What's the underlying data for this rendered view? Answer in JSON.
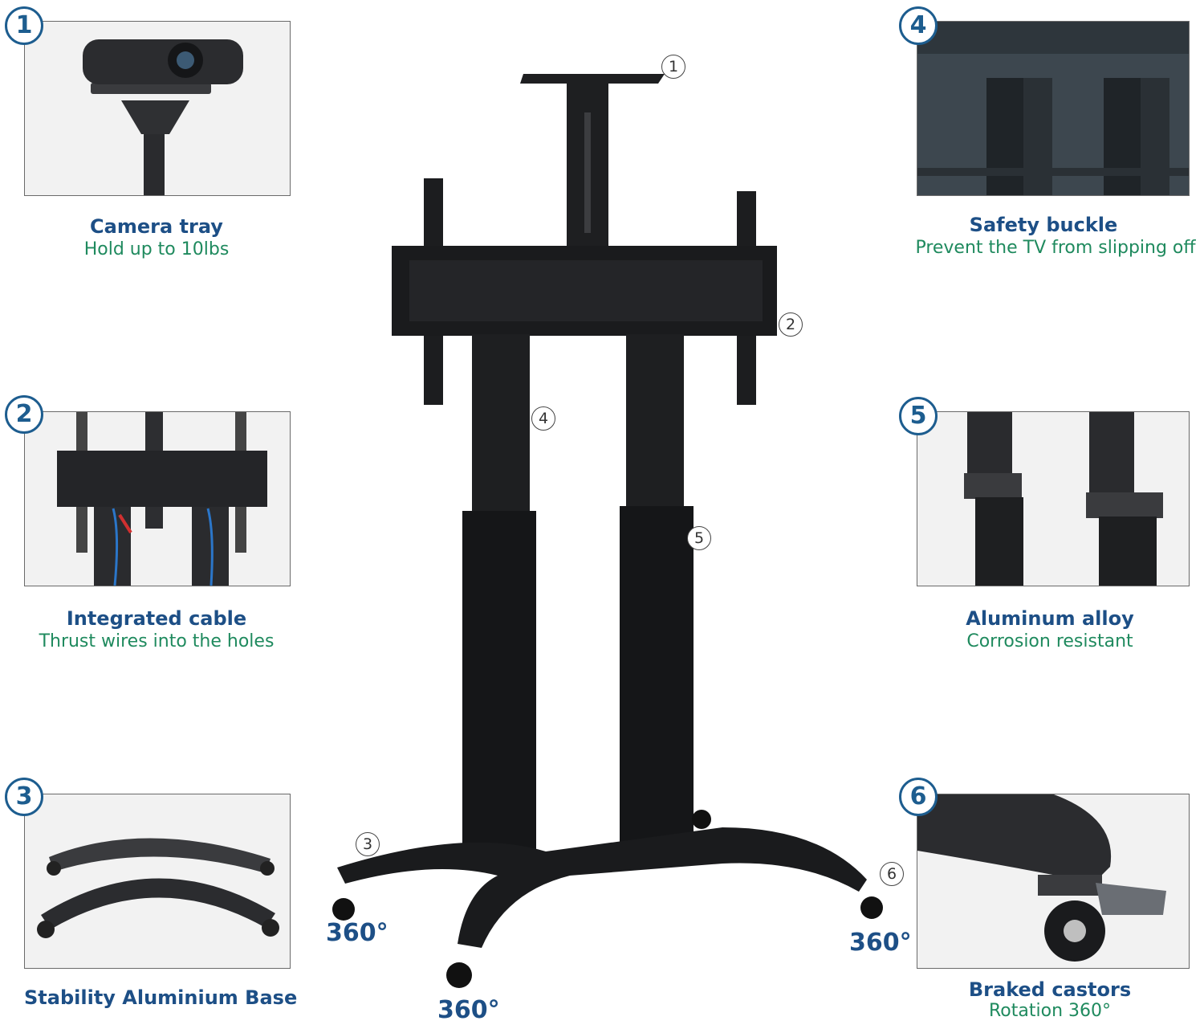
{
  "callouts": [
    {
      "num": "1",
      "title": "Camera tray",
      "subtitle": "Hold up to 10lbs"
    },
    {
      "num": "2",
      "title": "Integrated cable",
      "subtitle": "Thrust wires into the holes"
    },
    {
      "num": "3",
      "title": "Stability Aluminium Base",
      "subtitle": ""
    },
    {
      "num": "4",
      "title": "Safety buckle",
      "subtitle": "Prevent the TV from slipping off"
    },
    {
      "num": "5",
      "title": "Aluminum alloy",
      "subtitle": "Corrosion resistant"
    },
    {
      "num": "6",
      "title": "Braked castors",
      "subtitle": "Rotation 360°"
    }
  ],
  "markers": [
    "1",
    "2",
    "3",
    "4",
    "5",
    "6"
  ],
  "rotation_labels": [
    "360°",
    "360°",
    "360°"
  ],
  "colors": {
    "badge": "#1d5d8f",
    "title": "#1d4f86",
    "subtitle": "#1f8a5e",
    "metal": "#1e1f21"
  }
}
